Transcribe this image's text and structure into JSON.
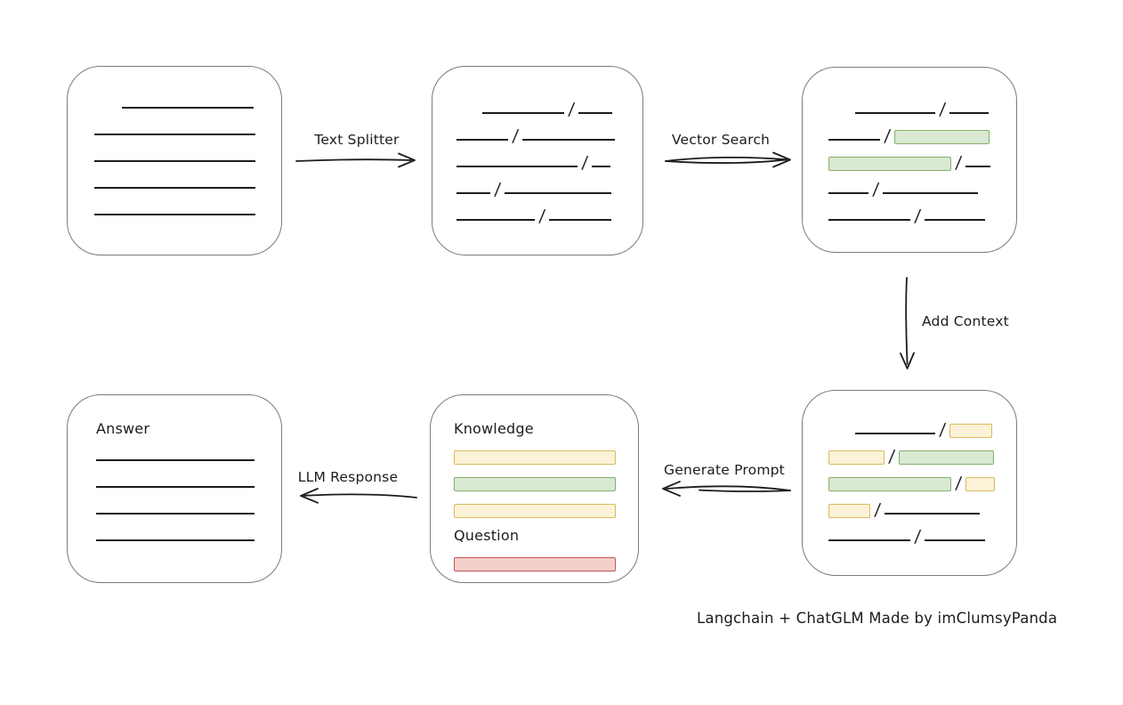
{
  "caption": "Langchain + ChatGLM Made by imClumsyPanda",
  "palette": {
    "ink": "#1c1c1c",
    "box_border": "#7b7b7b",
    "green_fill": "#d9e9d2",
    "green_border": "#86ae6c",
    "yellow_fill": "#fcf2d7",
    "yellow_border": "#d9b95e",
    "red_fill": "#f4cfcc",
    "red_border": "#bf5650"
  },
  "arrows": [
    {
      "id": "text-splitter",
      "label": "Text Splitter",
      "direction": "right"
    },
    {
      "id": "vector-search",
      "label": "Vector Search",
      "direction": "right"
    },
    {
      "id": "add-context",
      "label": "Add Context",
      "direction": "down"
    },
    {
      "id": "generate-prompt",
      "label": "Generate Prompt",
      "direction": "left"
    },
    {
      "id": "llm-response",
      "label": "LLM Response",
      "direction": "left"
    }
  ],
  "boxes": [
    {
      "id": "source-document",
      "rows": [
        [
          {
            "t": "gap",
            "w": 31
          },
          {
            "t": "line",
            "w": 148
          }
        ],
        [
          {
            "t": "line",
            "w": 181
          }
        ],
        [
          {
            "t": "line",
            "w": 181
          }
        ],
        [
          {
            "t": "line",
            "w": 181
          }
        ],
        [
          {
            "t": "line",
            "w": 181
          }
        ]
      ]
    },
    {
      "id": "split-chunks",
      "rows": [
        [
          {
            "t": "gap",
            "w": 29
          },
          {
            "t": "line",
            "w": 92
          },
          {
            "t": "slash"
          },
          {
            "t": "line",
            "w": 38
          }
        ],
        [
          {
            "t": "line",
            "w": 58
          },
          {
            "t": "slash"
          },
          {
            "t": "line",
            "w": 104
          }
        ],
        [
          {
            "t": "line",
            "w": 136
          },
          {
            "t": "slash"
          },
          {
            "t": "line",
            "w": 21
          }
        ],
        [
          {
            "t": "line",
            "w": 38
          },
          {
            "t": "slash"
          },
          {
            "t": "line",
            "w": 120
          }
        ],
        [
          {
            "t": "line",
            "w": 88
          },
          {
            "t": "slash"
          },
          {
            "t": "line",
            "w": 70
          }
        ]
      ]
    },
    {
      "id": "matched-chunks",
      "rows": [
        [
          {
            "t": "gap",
            "w": 30
          },
          {
            "t": "line",
            "w": 90
          },
          {
            "t": "slash"
          },
          {
            "t": "line",
            "w": 44
          }
        ],
        [
          {
            "t": "line",
            "w": 58
          },
          {
            "t": "slash"
          },
          {
            "t": "bar",
            "c": "green",
            "w": 107
          }
        ],
        [
          {
            "t": "bar",
            "c": "green",
            "w": 138
          },
          {
            "t": "slash"
          },
          {
            "t": "line",
            "w": 28
          }
        ],
        [
          {
            "t": "line",
            "w": 45
          },
          {
            "t": "slash"
          },
          {
            "t": "line",
            "w": 107
          }
        ],
        [
          {
            "t": "line",
            "w": 92
          },
          {
            "t": "slash"
          },
          {
            "t": "line",
            "w": 68
          }
        ]
      ]
    },
    {
      "id": "context-chunks",
      "rows": [
        [
          {
            "t": "gap",
            "w": 30
          },
          {
            "t": "line",
            "w": 90
          },
          {
            "t": "slash"
          },
          {
            "t": "bar",
            "c": "yellow",
            "w": 48
          }
        ],
        [
          {
            "t": "bar",
            "c": "yellow",
            "w": 63
          },
          {
            "t": "slash"
          },
          {
            "t": "bar",
            "c": "green",
            "w": 107
          }
        ],
        [
          {
            "t": "bar",
            "c": "green",
            "w": 138
          },
          {
            "t": "slash"
          },
          {
            "t": "bar",
            "c": "yellow",
            "w": 33
          }
        ],
        [
          {
            "t": "bar",
            "c": "yellow",
            "w": 47
          },
          {
            "t": "slash"
          },
          {
            "t": "line",
            "w": 107
          }
        ],
        [
          {
            "t": "line",
            "w": 92
          },
          {
            "t": "slash"
          },
          {
            "t": "line",
            "w": 68
          }
        ]
      ]
    },
    {
      "id": "prompt",
      "rows": [
        [
          {
            "t": "text",
            "v": "Knowledge"
          }
        ],
        [
          {
            "t": "bar",
            "c": "yellow",
            "w": 182
          }
        ],
        [
          {
            "t": "bar",
            "c": "green",
            "w": 182
          }
        ],
        [
          {
            "t": "bar",
            "c": "yellow",
            "w": 182
          }
        ],
        [
          {
            "t": "text",
            "v": "Question"
          }
        ],
        [
          {
            "t": "bar",
            "c": "red",
            "w": 182
          }
        ]
      ]
    },
    {
      "id": "answer",
      "rows": [
        [
          {
            "t": "text",
            "v": "Answer"
          }
        ],
        [
          {
            "t": "line",
            "w": 178
          }
        ],
        [
          {
            "t": "line",
            "w": 178
          }
        ],
        [
          {
            "t": "line",
            "w": 178
          }
        ],
        [
          {
            "t": "line",
            "w": 178
          }
        ]
      ]
    }
  ]
}
